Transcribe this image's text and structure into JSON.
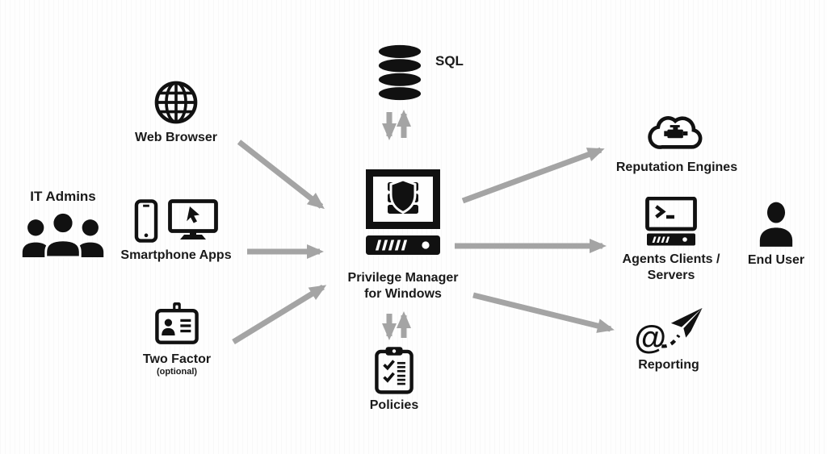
{
  "diagram": {
    "colors": {
      "icon": "#111111",
      "arrow": "#a4a4a4",
      "text": "#1a1a1a",
      "background": "#fefefe"
    },
    "glyphs": {
      "at": "@"
    },
    "nodes": {
      "sql": {
        "label": "SQL"
      },
      "web_browser": {
        "label": "Web Browser"
      },
      "it_admins": {
        "label": "IT Admins"
      },
      "smartphone_apps": {
        "label": "Smartphone Apps"
      },
      "two_factor": {
        "label": "Two Factor",
        "sublabel": "(optional)"
      },
      "privilege_manager": {
        "label_line1": "Privilege Manager",
        "label_line2": "for Windows"
      },
      "policies": {
        "label": "Policies"
      },
      "reputation_engines": {
        "label": "Reputation Engines"
      },
      "agents_clients_servers": {
        "label_line1": "Agents  Clients /",
        "label_line2": "Servers"
      },
      "end_user": {
        "label": "End User"
      },
      "reporting": {
        "label": "Reporting"
      }
    },
    "edges": [
      {
        "id": "web-browser-to-privilege-manager",
        "from": "Web Browser",
        "to": "Privilege Manager for Windows",
        "direction": "one-way"
      },
      {
        "id": "smartphone-apps-to-privilege-manager",
        "from": "Smartphone Apps",
        "to": "Privilege Manager for Windows",
        "direction": "one-way"
      },
      {
        "id": "two-factor-to-privilege-manager",
        "from": "Two Factor",
        "to": "Privilege Manager for Windows",
        "direction": "one-way"
      },
      {
        "id": "sql-privilege-manager",
        "from": "SQL",
        "to": "Privilege Manager for Windows",
        "direction": "two-way"
      },
      {
        "id": "privilege-manager-policies",
        "from": "Privilege Manager for Windows",
        "to": "Policies",
        "direction": "two-way"
      },
      {
        "id": "privilege-manager-to-reputation-engines",
        "from": "Privilege Manager for Windows",
        "to": "Reputation Engines",
        "direction": "one-way"
      },
      {
        "id": "privilege-manager-to-agents-clients-servers",
        "from": "Privilege Manager for Windows",
        "to": "Agents Clients / Servers",
        "direction": "one-way"
      },
      {
        "id": "privilege-manager-to-reporting",
        "from": "Privilege Manager for Windows",
        "to": "Reporting",
        "direction": "one-way"
      }
    ]
  }
}
